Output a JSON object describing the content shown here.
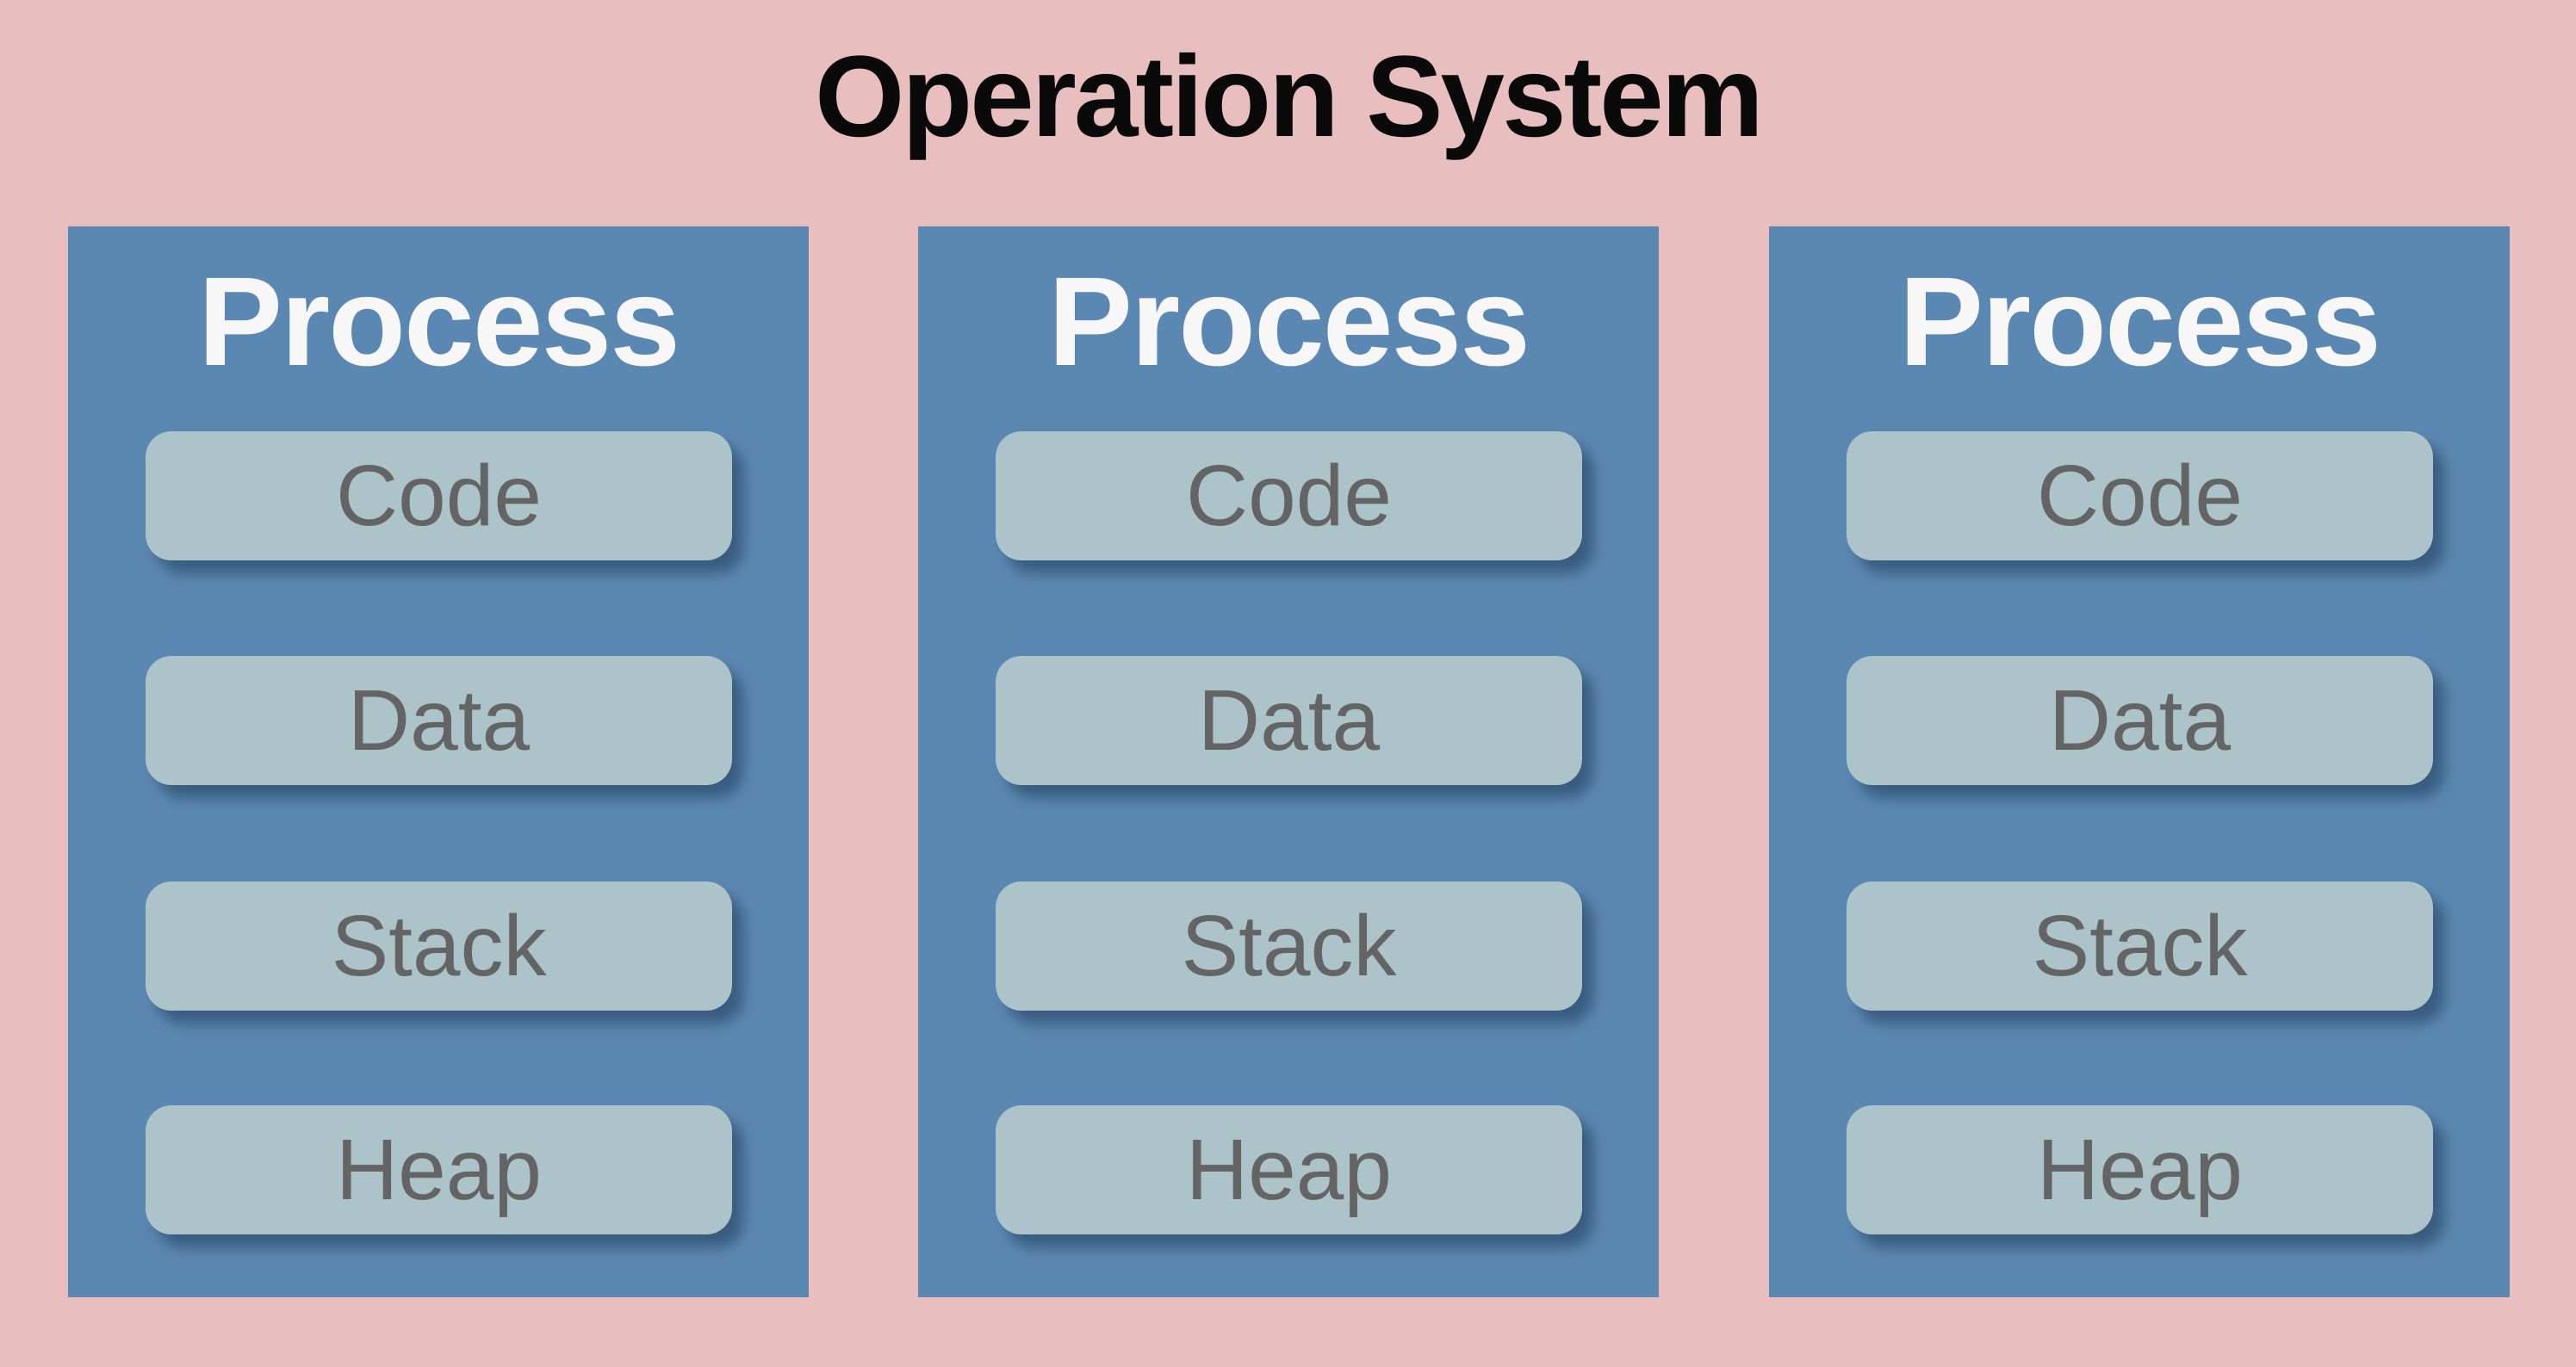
{
  "title": "Operation System",
  "colors": {
    "background": "#e9bebe",
    "panel": "#5b88b2",
    "box": "#abc3c9",
    "box_text": "#646464",
    "process_title": "#f7f7f7",
    "title_text": "#0a0a0a",
    "shadow": "rgba(30,55,85,0.55)"
  },
  "processes": [
    {
      "title": "Process",
      "segments": [
        "Code",
        "Data",
        "Stack",
        "Heap"
      ]
    },
    {
      "title": "Process",
      "segments": [
        "Code",
        "Data",
        "Stack",
        "Heap"
      ]
    },
    {
      "title": "Process",
      "segments": [
        "Code",
        "Data",
        "Stack",
        "Heap"
      ]
    }
  ]
}
